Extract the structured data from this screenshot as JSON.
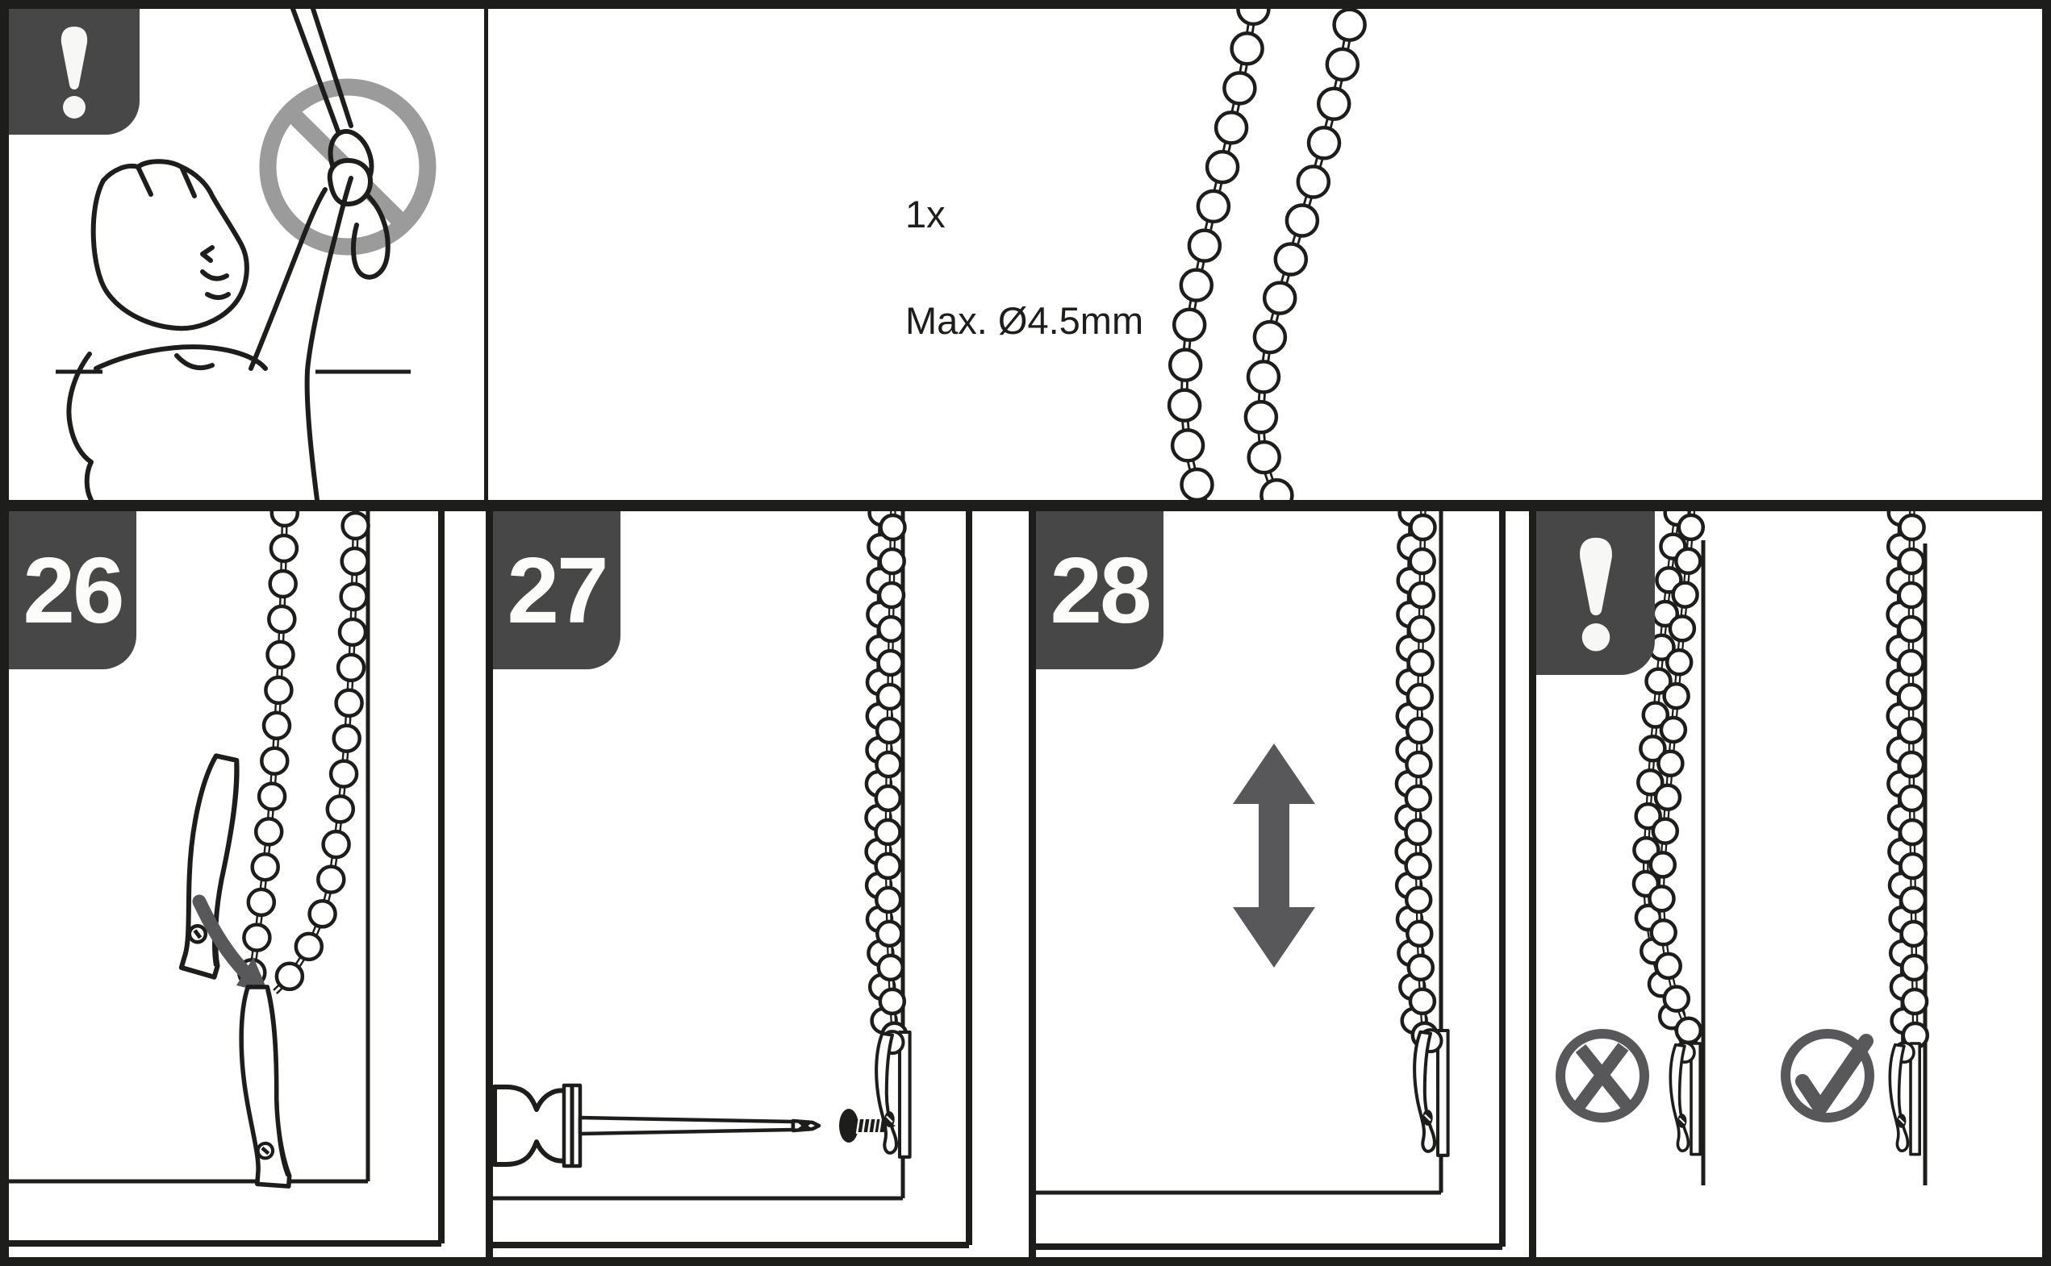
{
  "panels": {
    "warning_cord": {
      "badge": "!"
    },
    "parts": {
      "quantity_label": "1x",
      "max_diameter_label": "Max. Ø4.5mm"
    },
    "step_26": {
      "badge": "26"
    },
    "step_27": {
      "badge": "27"
    },
    "step_28": {
      "badge": "28"
    },
    "warning_tension": {
      "badge": "!",
      "wrong_mark": "✗",
      "correct_mark": "✓"
    }
  },
  "colors": {
    "background": "#ffffff",
    "line_black": "#1d1d1b",
    "badge_gray": "#474747",
    "symbol_gray": "#58585a",
    "prohibition_gray": "#9b9b9b"
  }
}
